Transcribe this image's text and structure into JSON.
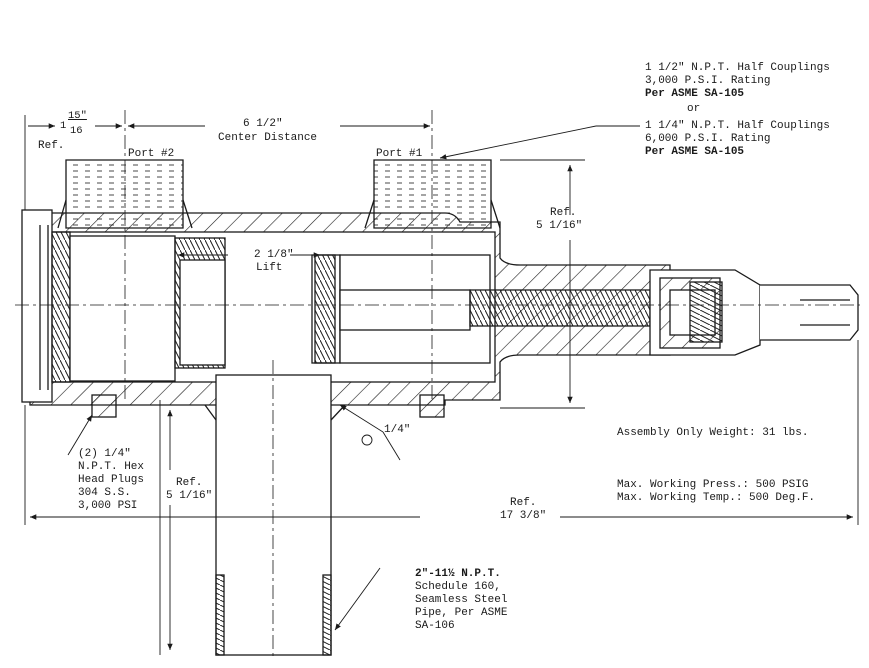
{
  "dimensions": {
    "port_offset_num": "15\"",
    "port_offset_den": "16",
    "port_offset_whole": "1",
    "ref_left": "Ref.",
    "center_distance_value": "6 1/2\"",
    "center_distance_label": "Center Distance",
    "lift_value": "2 1/8\"",
    "lift_label": "Lift",
    "ref_right_label": "Ref.",
    "ref_right_value": "5 1/16\"",
    "ref_bottom_label": "Ref.",
    "ref_bottom_value": "5 1/16\"",
    "overall_label": "Ref.",
    "overall_value": "17 3/8\"",
    "weld_size": "1/4\""
  },
  "ports": {
    "port2": "Port #2",
    "port1": "Port #1"
  },
  "couplings_note": {
    "line1": "1 1/2\" N.P.T. Half Couplings",
    "line2": "3,000 P.S.I. Rating",
    "line3": "Per ASME SA-105",
    "line4": "or",
    "line5": "1 1/4\" N.P.T. Half Couplings",
    "line6": "6,000 P.S.I. Rating",
    "line7": "Per ASME SA-105"
  },
  "plugs_note": {
    "line1": "(2) 1/4\"",
    "line2": "N.P.T. Hex",
    "line3": "Head Plugs",
    "line4": "304 S.S.",
    "line5": "3,000 PSI"
  },
  "weight_note": "Assembly Only Weight: 31 lbs.",
  "ratings": {
    "pressure": "Max. Working Press.: 500 PSIG",
    "temperature": "Max. Working Temp.: 500 Deg.F."
  },
  "pipe_note": {
    "line1": "2\"-11½ N.P.T.",
    "line2": "Schedule 160,",
    "line3": "Seamless Steel",
    "line4": "Pipe, Per ASME",
    "line5": "SA-106"
  },
  "colors": {
    "ink": "#1a1a1a",
    "paper": "#ffffff"
  }
}
